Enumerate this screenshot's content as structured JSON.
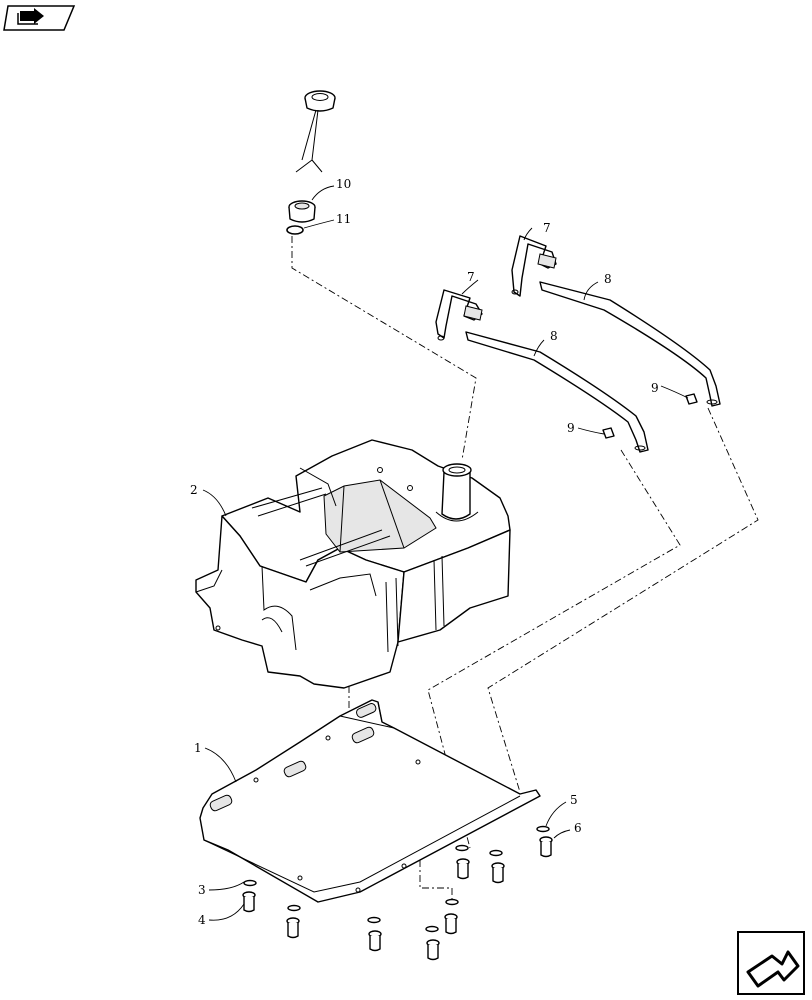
{
  "callouts": {
    "c1": "1",
    "c2": "2",
    "c3": "3",
    "c4": "4",
    "c5": "5",
    "c6": "6",
    "c7a": "7",
    "c7b": "7",
    "c8a": "8",
    "c8b": "8",
    "c9a": "9",
    "c9b": "9",
    "c10": "10",
    "c11": "11"
  },
  "icons": {
    "top_left": "book-arrow-nav-icon",
    "bottom_right": "next-page-arrow-icon"
  }
}
